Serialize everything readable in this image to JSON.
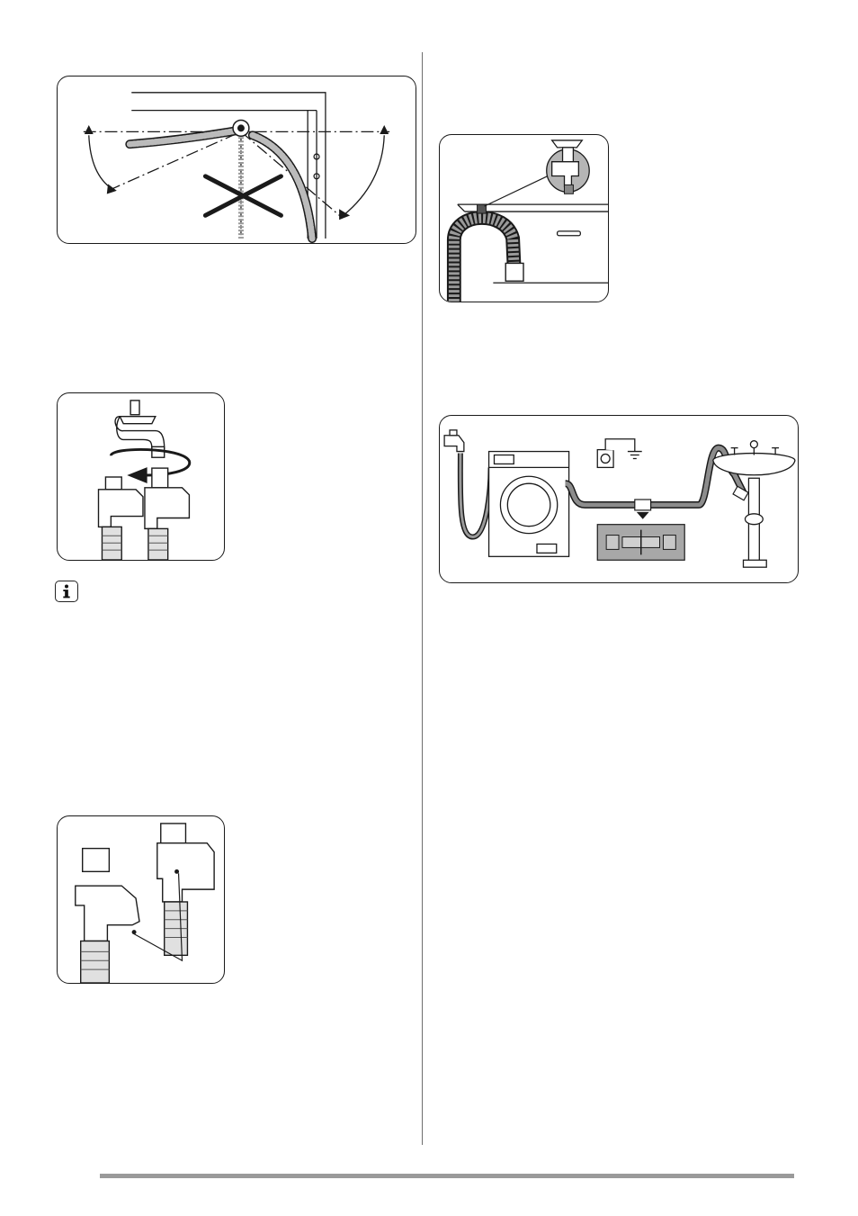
{
  "figures": {
    "hose_angle": {
      "icon": "hose-angle-illustration"
    },
    "faucet_connection": {
      "icon": "faucet-hose-connection-illustration"
    },
    "hose_fittings": {
      "icon": "hose-fittings-illustration"
    },
    "drain_hook": {
      "icon": "drain-hose-hook-illustration"
    },
    "installation_overview": {
      "icon": "washer-sink-installation-illustration"
    }
  },
  "info_note": {
    "icon": "info-icon"
  },
  "colors": {
    "line": "#1a1a1a",
    "hose_fill": "#9a9a9a",
    "panel_fill": "#a8a8a8",
    "rule": "#9a9a9a"
  }
}
